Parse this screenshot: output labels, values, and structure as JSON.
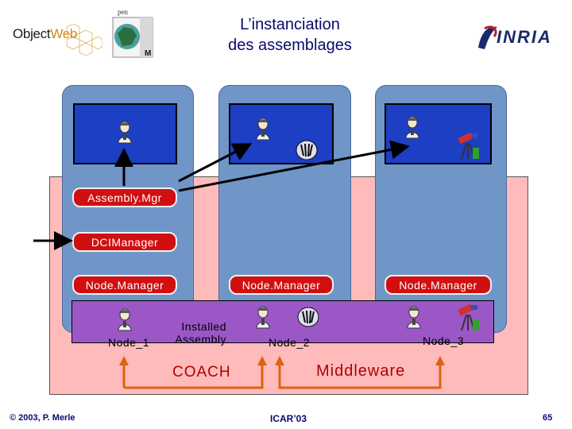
{
  "title": "L’instanciation\ndes assemblages",
  "logos": {
    "objectweb": {
      "text_a": "Object",
      "text_b": "Web"
    },
    "inria": {
      "text": "INRIA"
    }
  },
  "components": {
    "assembly_mgr": "Assembly.Mgr",
    "dci_manager": "DCIManager",
    "node_manager_1": "Node.Manager",
    "node_manager_2": "Node.Manager",
    "node_manager_3": "Node.Manager"
  },
  "labels": {
    "node_1": "Node_1",
    "installed_assembly": "Installed\nAssembly",
    "node_2": "Node_2",
    "node_3": "Node_3",
    "coach": "COACH",
    "middleware": "Middleware"
  },
  "footer": {
    "left": "© 2003, P. Merle",
    "center": "ICAR’03",
    "right": "65"
  },
  "colors": {
    "column_blue": "#7096c8",
    "node_blue": "#1c3fc4",
    "pill_red": "#d01010",
    "middleware_pink": "#ffbbbb",
    "band_purple": "#9b57c6",
    "arrow_orange": "#e06010"
  },
  "icons": [
    "person-component-icon",
    "antenna-component-icon",
    "telescope-component-icon"
  ]
}
